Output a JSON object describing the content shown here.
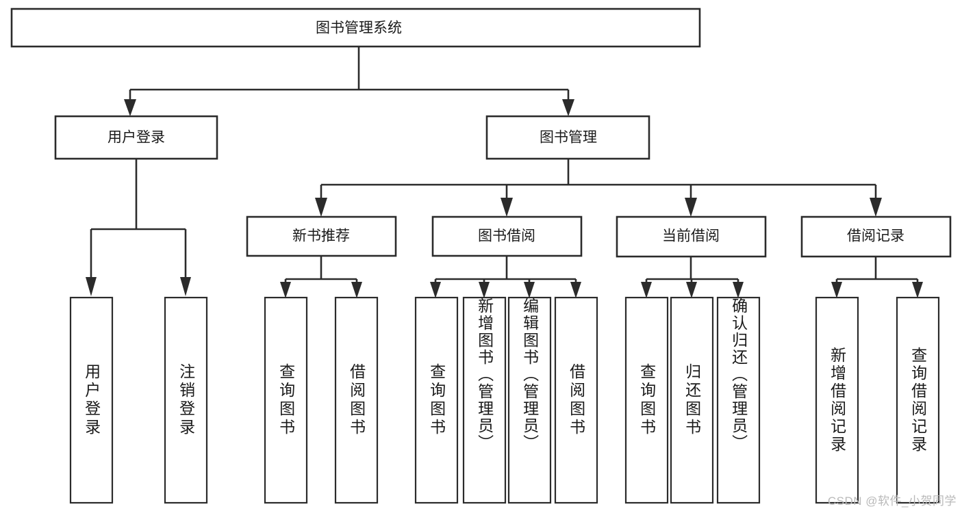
{
  "diagram": {
    "type": "tree-hierarchy",
    "title": "图书管理系统",
    "root": {
      "id": "root",
      "label": "图书管理系统",
      "orientation": "horizontal"
    },
    "level2": [
      {
        "id": "user-login",
        "label": "用户登录",
        "orientation": "horizontal"
      },
      {
        "id": "book-management",
        "label": "图书管理",
        "orientation": "horizontal"
      }
    ],
    "level3": [
      {
        "id": "new-book-recommend",
        "label": "新书推荐",
        "orientation": "horizontal",
        "parent": "book-management"
      },
      {
        "id": "book-borrow",
        "label": "图书借阅",
        "orientation": "horizontal",
        "parent": "book-management"
      },
      {
        "id": "current-borrow",
        "label": "当前借阅",
        "orientation": "horizontal",
        "parent": "book-management"
      },
      {
        "id": "borrow-record",
        "label": "借阅记录",
        "orientation": "horizontal",
        "parent": "book-management"
      }
    ],
    "leaves": [
      {
        "id": "leaf-user-login",
        "label": "用户登录",
        "parent": "user-login",
        "orientation": "vertical"
      },
      {
        "id": "leaf-user-logout",
        "label": "注销登录",
        "parent": "user-login",
        "orientation": "vertical"
      },
      {
        "id": "leaf-query-book-1",
        "label": "查询图书",
        "parent": "new-book-recommend",
        "orientation": "vertical"
      },
      {
        "id": "leaf-borrow-book-1",
        "label": "借阅图书",
        "parent": "new-book-recommend",
        "orientation": "vertical"
      },
      {
        "id": "leaf-query-book-2",
        "label": "查询图书",
        "parent": "book-borrow",
        "orientation": "vertical"
      },
      {
        "id": "leaf-add-book",
        "label": "新增图书（管理员）",
        "parent": "book-borrow",
        "orientation": "vertical"
      },
      {
        "id": "leaf-edit-book",
        "label": "编辑图书（管理员）",
        "parent": "book-borrow",
        "orientation": "vertical"
      },
      {
        "id": "leaf-borrow-book-2",
        "label": "借阅图书",
        "parent": "book-borrow",
        "orientation": "vertical"
      },
      {
        "id": "leaf-query-book-3",
        "label": "查询图书",
        "parent": "current-borrow",
        "orientation": "vertical"
      },
      {
        "id": "leaf-return-book",
        "label": "归还图书",
        "parent": "current-borrow",
        "orientation": "vertical"
      },
      {
        "id": "leaf-confirm-return",
        "label": "确认归还（管理员）",
        "parent": "current-borrow",
        "orientation": "vertical"
      },
      {
        "id": "leaf-add-record",
        "label": "新增借阅记录",
        "parent": "borrow-record",
        "orientation": "vertical"
      },
      {
        "id": "leaf-query-record",
        "label": "查询借阅记录",
        "parent": "borrow-record",
        "orientation": "vertical"
      }
    ],
    "colors": {
      "stroke": "#2b2b2b",
      "fill": "#ffffff",
      "text": "#1a1a1a",
      "background": "#ffffff",
      "watermark": "#b9b9b9"
    }
  },
  "watermark": {
    "text": "CSDN @软件_小贺同学"
  }
}
